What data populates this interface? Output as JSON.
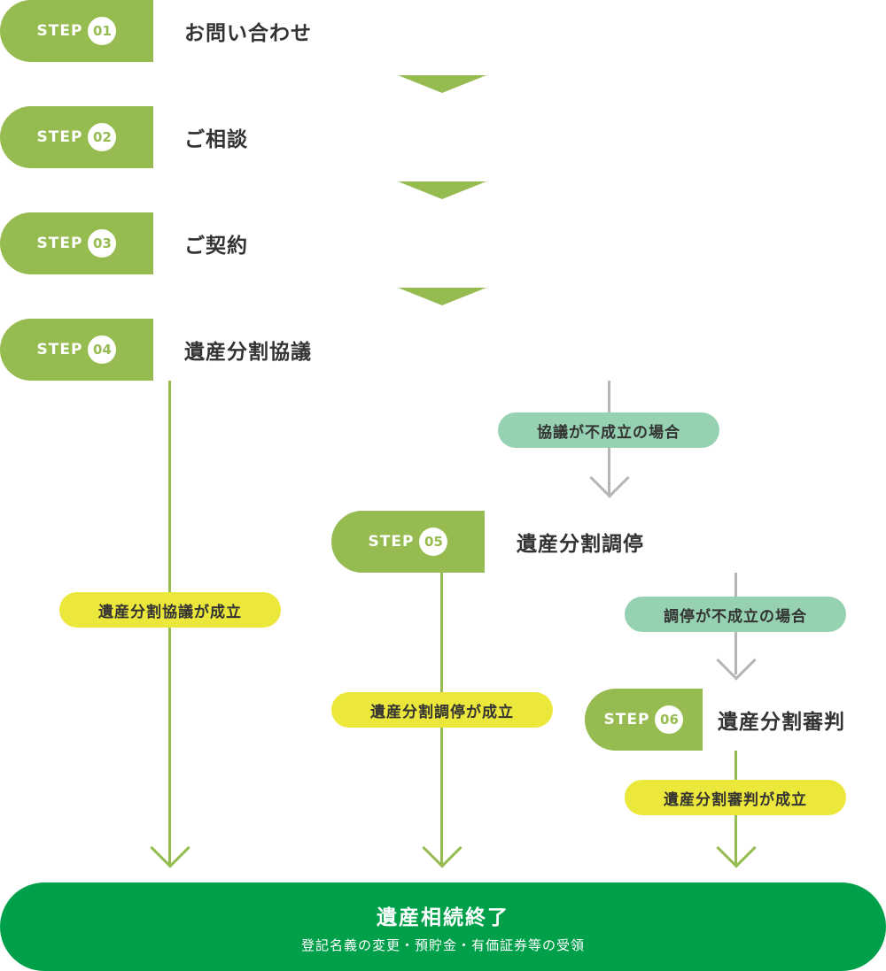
{
  "colors": {
    "step_green": "#96bb50",
    "final_green": "#00a04b",
    "fail_badge": "#96d1b1",
    "success_badge": "#ece73b",
    "gray_connector": "#b5b5b5"
  },
  "steps": [
    {
      "word": "STEP",
      "num": "01",
      "title": "お問い合わせ"
    },
    {
      "word": "STEP",
      "num": "02",
      "title": "ご相談"
    },
    {
      "word": "STEP",
      "num": "03",
      "title": "ご契約"
    },
    {
      "word": "STEP",
      "num": "04",
      "title": "遺産分割協議"
    },
    {
      "word": "STEP",
      "num": "05",
      "title": "遺産分割調停"
    },
    {
      "word": "STEP",
      "num": "06",
      "title": "遺産分割審判"
    }
  ],
  "branches": {
    "fail_04": "協議が不成立の場合",
    "fail_05": "調停が不成立の場合",
    "ok_04": "遺産分割協議が成立",
    "ok_05": "遺産分割調停が成立",
    "ok_06": "遺産分割審判が成立"
  },
  "final": {
    "title": "遺産相続終了",
    "subtitle": "登記名義の変更・預貯金・有価証券等の受領"
  }
}
